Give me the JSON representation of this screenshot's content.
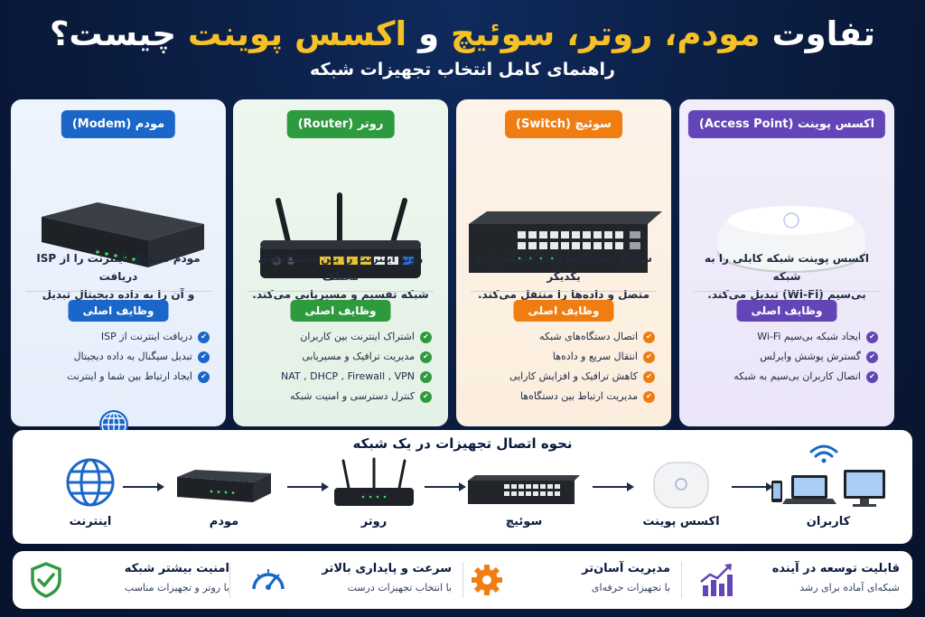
{
  "title": {
    "part1": "تفاوت",
    "part2": "مودم،",
    "part3": "روتر،",
    "part4": "سوئیچ",
    "part5": "و",
    "part6": "اکسس پوینت",
    "part7": "چیست؟"
  },
  "subtitle": "راهنمای کامل انتخاب تجهیزات شبکه",
  "colors": {
    "blue": "#1a67c9",
    "green": "#2e9a3e",
    "orange": "#ef7d12",
    "purple": "#6445b8",
    "gold": "#f6c026",
    "navy": "#0a1b3d"
  },
  "cards": [
    {
      "id": "modem",
      "badge": "مودم (Modem)",
      "desc1": "مودم سیگنال اینترنت را از ISP دریافت",
      "desc2": "و آن را به داده دیجیتال تبدیل می‌کند.",
      "functions_title": "وظایف اصلی",
      "items": [
        "دریافت اینترنت از ISP",
        "تبدیل سیگنال به داده دیجیتال",
        "ایجاد ارتباط بین شما و اینترنت"
      ]
    },
    {
      "id": "router",
      "badge": "روتر (Router)",
      "desc1": "روتر اینترنت را بین دستگاه‌های مختلف",
      "desc2": "شبکه تقسیم و مسیریابی می‌کند.",
      "functions_title": "وظایف اصلی",
      "items": [
        "اشتراک اینترنت بین کاربران",
        "مدیریت ترافیک و مسیریابی",
        "NAT , DHCP , Firewall , VPN",
        "کنترل دسترسی و امنیت شبکه"
      ]
    },
    {
      "id": "switch",
      "badge": "سوئیچ (Switch)",
      "desc1": "سوئیچ دستگاه‌ها داخل شبکه را به یکدیگر",
      "desc2": "متصل و داده‌ها را منتقل می‌کند.",
      "functions_title": "وظایف اصلی",
      "items": [
        "اتصال دستگاه‌های شبکه",
        "انتقال سریع و داده‌ها",
        "کاهش ترافیک و افزایش کارایی",
        "مدیریت ارتباط بین دستگاه‌ها"
      ]
    },
    {
      "id": "ap",
      "badge": "اکسس پوینت (Access Point)",
      "desc1": "اکسس پوینت شبکه کابلی را به شبکه",
      "desc2": "بی‌سیم (Wi-Fi) تبدیل می‌کند.",
      "functions_title": "وظایف اصلی",
      "items": [
        "ایجاد شبکه بی‌سیم Wi-Fi",
        "گسترش پوشش وایرلس",
        "اتصال کاربران بی‌سیم به شبکه"
      ]
    }
  ],
  "flow": {
    "title": "نحوه اتصال تجهیزات در یک شبکه",
    "nodes": [
      "اینترنت",
      "مودم",
      "روتر",
      "سوئیچ",
      "اکسس پوینت",
      "کاربران"
    ]
  },
  "features": [
    {
      "title": "امنیت بیشتر شبکه",
      "sub": "با روتر و تجهیزات مناسب",
      "icon": "shield-check-icon"
    },
    {
      "title": "سرعت و پایداری بالاتر",
      "sub": "با انتخاب تجهیزات درست",
      "icon": "speedometer-icon"
    },
    {
      "title": "مدیریت آسان‌تر",
      "sub": "با تجهیزات حرفه‌ای",
      "icon": "gear-icon"
    },
    {
      "title": "قابلیت توسعه در آینده",
      "sub": "شبکه‌ای آماده برای رشد",
      "icon": "growth-chart-icon"
    }
  ]
}
